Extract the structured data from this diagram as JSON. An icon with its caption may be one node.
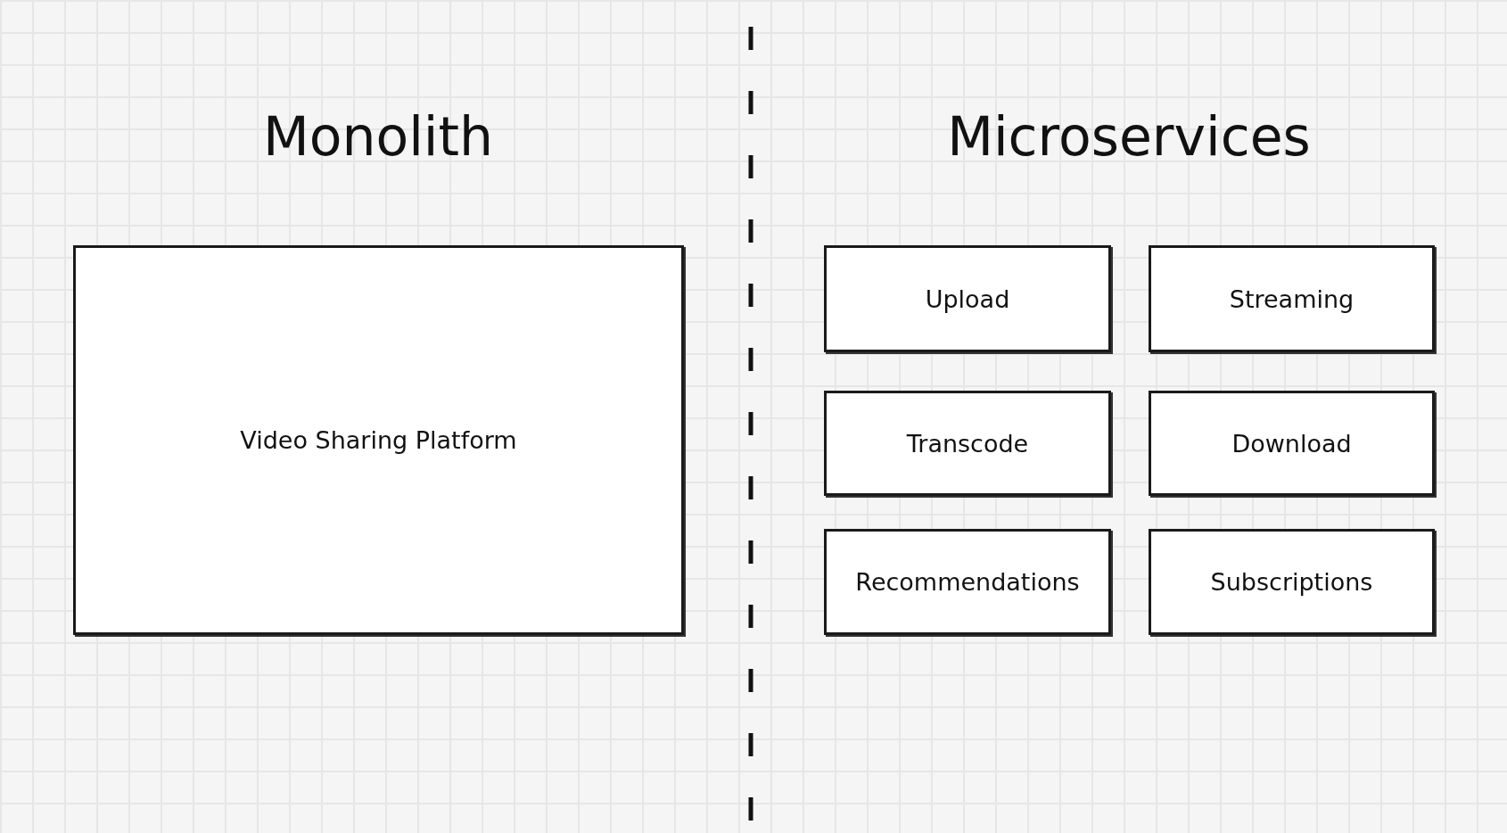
{
  "diagram": {
    "nodes": [
      {
        "text": [
          "Video Sharing Platform"
        ]
      },
      {
        "text": [
          "Upload"
        ]
      },
      {
        "text": [
          "Streaming"
        ]
      },
      {
        "text": [
          "Transcode"
        ]
      },
      {
        "text": [
          "Download"
        ]
      },
      {
        "text": [
          "Recommendations"
        ]
      },
      {
        "text": [
          "Subscriptions"
        ]
      }
    ],
    "edges": [],
    "labels": [
      "Monolith",
      "Microservices"
    ]
  }
}
